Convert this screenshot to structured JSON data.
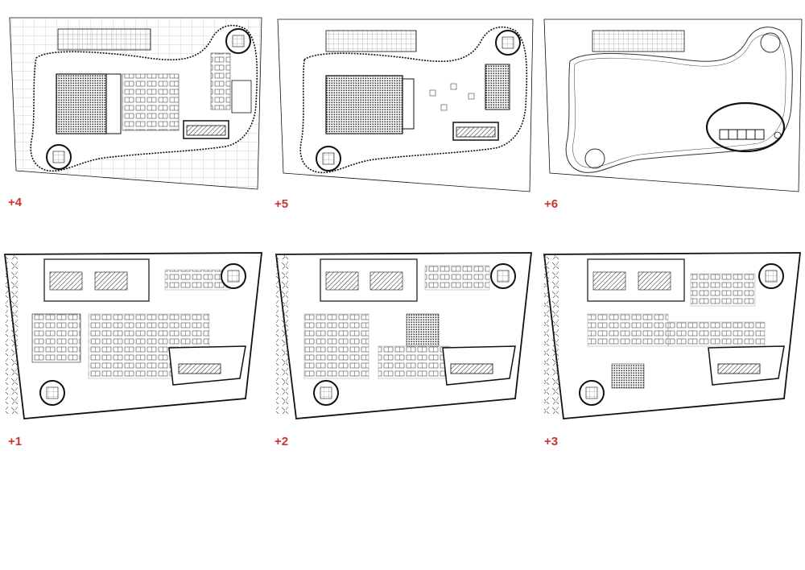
{
  "sheet": {
    "plans": [
      {
        "id": "plan-4",
        "label": "+4"
      },
      {
        "id": "plan-5",
        "label": "+5"
      },
      {
        "id": "plan-6",
        "label": "+6"
      },
      {
        "id": "plan-1",
        "label": "+1"
      },
      {
        "id": "plan-2",
        "label": "+2"
      },
      {
        "id": "plan-3",
        "label": "+3"
      }
    ]
  }
}
